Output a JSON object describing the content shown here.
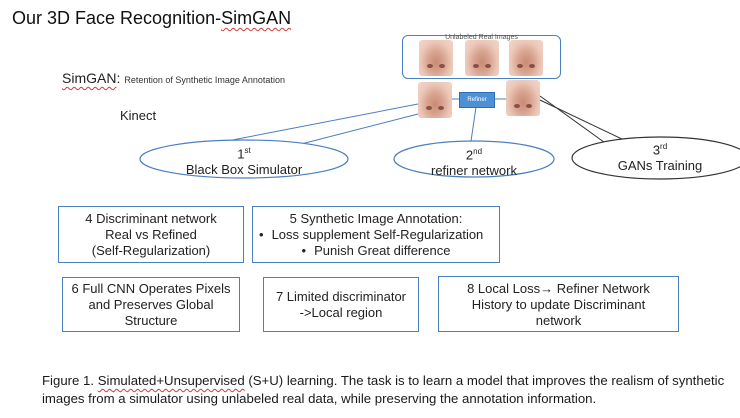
{
  "title": {
    "prefix": "Our 3D Face Recognition-",
    "name": "SimGAN"
  },
  "simgan_note": {
    "name": "SimGAN",
    "colon": ":",
    "text": "Retention of Synthetic Image Annotation"
  },
  "kinect": "Kinect",
  "figure": {
    "real_images_label": "Unlabeled Real Images",
    "refiner_label": "Refiner"
  },
  "ellipses": [
    {
      "num": "1",
      "sup": "st",
      "text": "Black Box Simulator"
    },
    {
      "num": "2",
      "sup": "nd",
      "text": "refiner network"
    },
    {
      "num": "3",
      "sup": "rd",
      "text": "GANs Training"
    }
  ],
  "boxes": [
    {
      "lines": [
        "4 Discriminant network",
        "Real vs  Refined",
        "(Self-Regularization)"
      ]
    },
    {
      "lines": [
        "5 Synthetic Image Annotation:"
      ],
      "bullets": [
        "Loss supplement Self-Regularization",
        "Punish Great difference"
      ]
    },
    {
      "lines": [
        "6 Full CNN Operates Pixels",
        "and Preserves Global",
        "Structure"
      ]
    },
    {
      "lines": [
        "7 Limited discriminator",
        "->Local region"
      ]
    },
    {
      "lines": [
        "8 Local Loss→ Refiner Network",
        "History to update  Discriminant",
        "network"
      ]
    }
  ],
  "caption": {
    "prefix": "Figure 1. ",
    "link": "Simulated+Unsupervised",
    "rest": " (S+U) learning. The task is to learn a model that improves the realism of synthetic images from a simulator using unlabeled real data, while preserving the annotation information."
  }
}
